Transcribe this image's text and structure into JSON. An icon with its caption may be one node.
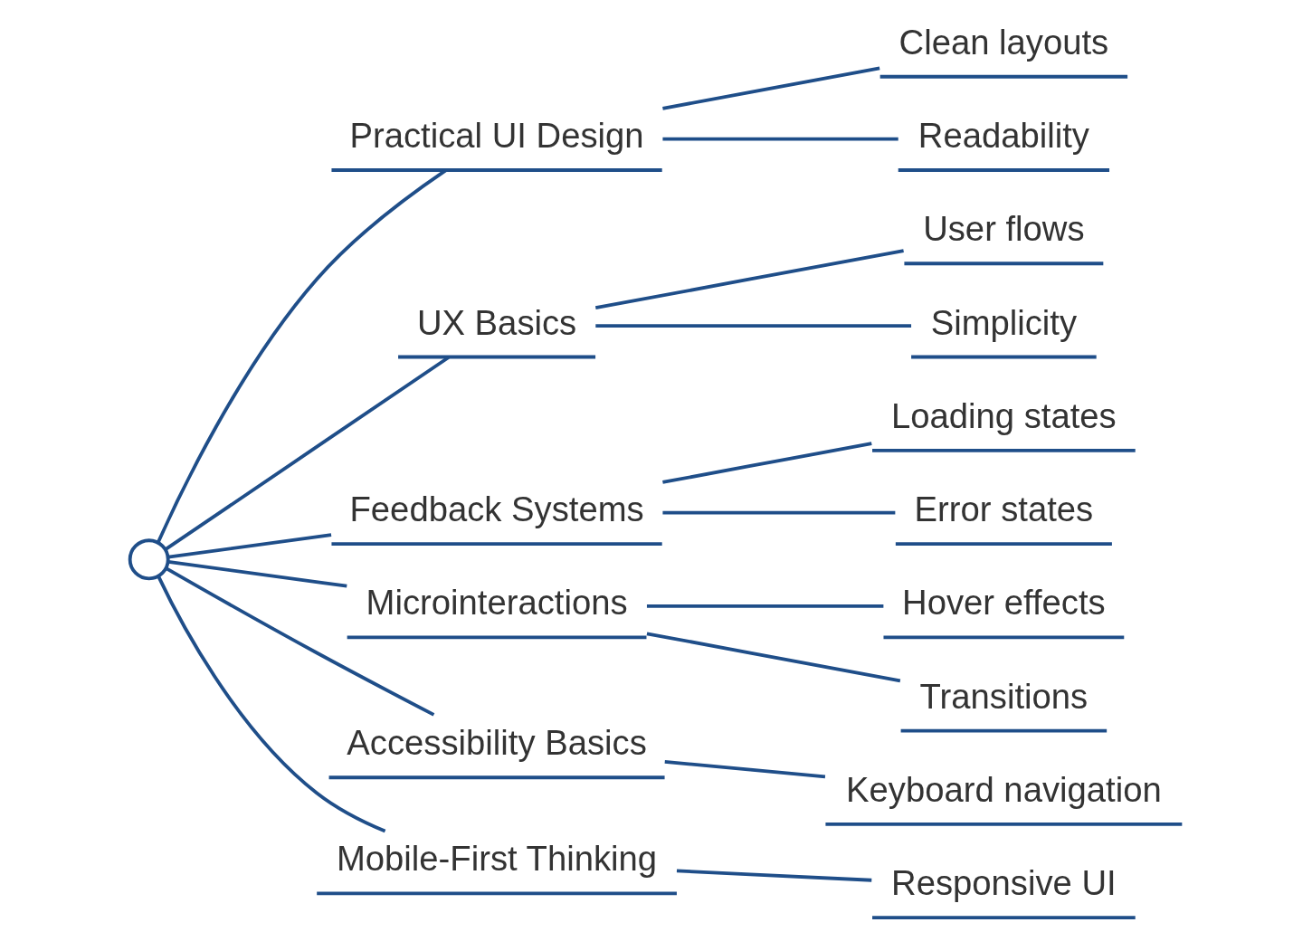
{
  "diagram": {
    "nodes": [
      {
        "text": [],
        "shape": "circle"
      },
      {
        "text": [
          "Practical UI Design"
        ]
      },
      {
        "text": [
          "Clean layouts"
        ]
      },
      {
        "text": [
          "Readability"
        ]
      },
      {
        "text": [
          "UX Basics"
        ]
      },
      {
        "text": [
          "User flows"
        ]
      },
      {
        "text": [
          "Simplicity"
        ]
      },
      {
        "text": [
          "Feedback Systems"
        ]
      },
      {
        "text": [
          "Loading states"
        ]
      },
      {
        "text": [
          "Error states"
        ]
      },
      {
        "text": [
          "Microinteractions"
        ]
      },
      {
        "text": [
          "Hover effects"
        ]
      },
      {
        "text": [
          "Transitions"
        ]
      },
      {
        "text": [
          "Accessibility Basics"
        ]
      },
      {
        "text": [
          "Keyboard navigation"
        ]
      },
      {
        "text": [
          "Mobile-First Thinking"
        ]
      },
      {
        "text": [
          "Responsive UI"
        ]
      }
    ],
    "edges": [
      {
        "from": 0,
        "to": 1,
        "arrow": "none"
      },
      {
        "from": 1,
        "to": 2,
        "arrow": "none"
      },
      {
        "from": 1,
        "to": 3,
        "arrow": "none"
      },
      {
        "from": 0,
        "to": 4,
        "arrow": "none"
      },
      {
        "from": 4,
        "to": 5,
        "arrow": "none"
      },
      {
        "from": 4,
        "to": 6,
        "arrow": "none"
      },
      {
        "from": 0,
        "to": 7,
        "arrow": "none"
      },
      {
        "from": 7,
        "to": 8,
        "arrow": "none"
      },
      {
        "from": 7,
        "to": 9,
        "arrow": "none"
      },
      {
        "from": 0,
        "to": 10,
        "arrow": "none"
      },
      {
        "from": 10,
        "to": 11,
        "arrow": "none"
      },
      {
        "from": 10,
        "to": 12,
        "arrow": "none"
      },
      {
        "from": 0,
        "to": 13,
        "arrow": "none"
      },
      {
        "from": 13,
        "to": 14,
        "arrow": "none"
      },
      {
        "from": 0,
        "to": 15,
        "arrow": "none"
      },
      {
        "from": 15,
        "to": 16,
        "arrow": "none"
      }
    ]
  }
}
